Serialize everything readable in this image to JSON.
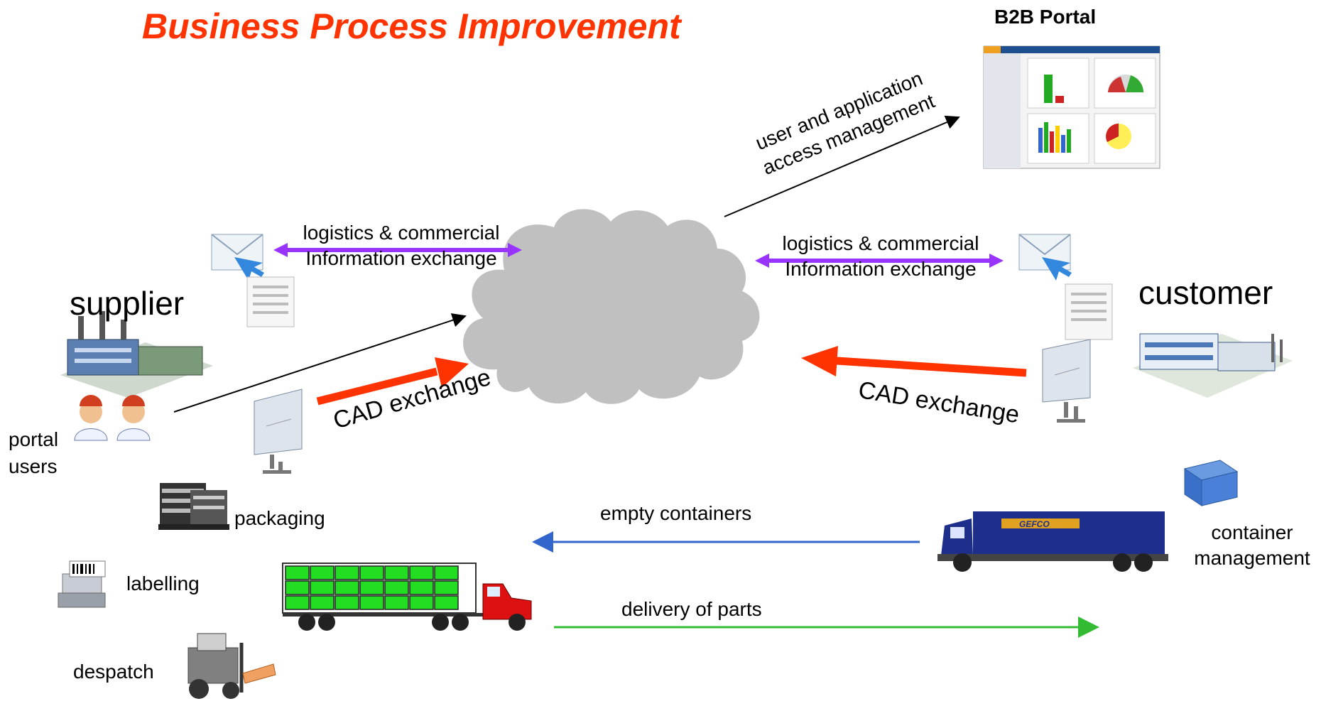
{
  "title": "Business Process Improvement",
  "portal": {
    "label": "B2B Portal"
  },
  "parties": {
    "supplier": "supplier",
    "customer": "customer"
  },
  "flows": {
    "access_line1": "user and application",
    "access_line2": "access management",
    "info_left_line1": "logistics & commercial",
    "info_left_line2": "Information exchange",
    "info_right_line1": "logistics & commercial",
    "info_right_line2": "Information exchange",
    "cad_left": "CAD exchange",
    "cad_right": "CAD exchange",
    "empty_containers": "empty containers",
    "delivery": "delivery of parts"
  },
  "supplier_side": {
    "portal_users_line1": "portal",
    "portal_users_line2": "users",
    "packaging": "packaging",
    "labelling": "labelling",
    "despatch": "despatch"
  },
  "customer_side": {
    "container_line1": "container",
    "container_line2": "management"
  },
  "truck_brand": "GEFCO",
  "colors": {
    "title": "#ff3300",
    "cloud": "#c0c0c0",
    "cad_arrow": "#ff3300",
    "info_arrow": "#9933ff",
    "empty_arrow": "#3366cc",
    "delivery_arrow": "#33bb33",
    "crate_green": "#22dd22"
  }
}
